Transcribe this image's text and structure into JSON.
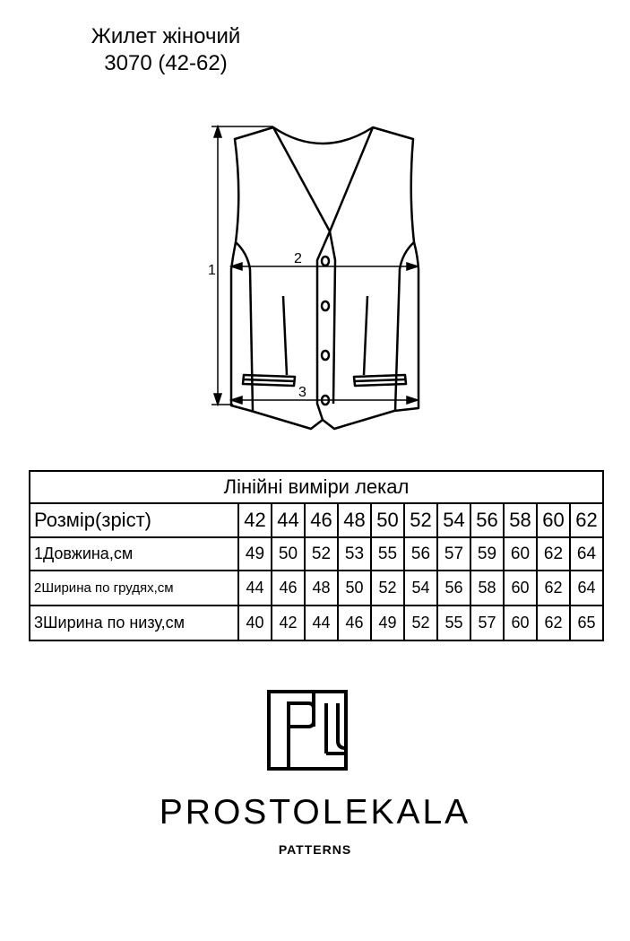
{
  "title": {
    "line1": "Жилет жіночий",
    "line2": "3070 (42-62)"
  },
  "diagram": {
    "labels": {
      "length": "1",
      "chest": "2",
      "hem": "3"
    }
  },
  "table": {
    "heading": "Лінійні виміри лекал",
    "rows": [
      {
        "label": "Розмір(зріст)",
        "values": [
          "42",
          "44",
          "46",
          "48",
          "50",
          "52",
          "54",
          "56",
          "58",
          "60",
          "62"
        ]
      },
      {
        "label": "1Довжина,см",
        "values": [
          "49",
          "50",
          "52",
          "53",
          "55",
          "56",
          "57",
          "59",
          "60",
          "62",
          "64"
        ]
      },
      {
        "label": "2Ширина по грудях,см",
        "values": [
          "44",
          "46",
          "48",
          "50",
          "52",
          "54",
          "56",
          "58",
          "60",
          "62",
          "64"
        ]
      },
      {
        "label": "3Ширина по низу,см",
        "values": [
          "40",
          "42",
          "44",
          "46",
          "49",
          "52",
          "55",
          "57",
          "60",
          "62",
          "65"
        ]
      }
    ]
  },
  "brand": {
    "name": "PROSTOLEKALA",
    "subtitle": "PATTERNS"
  }
}
